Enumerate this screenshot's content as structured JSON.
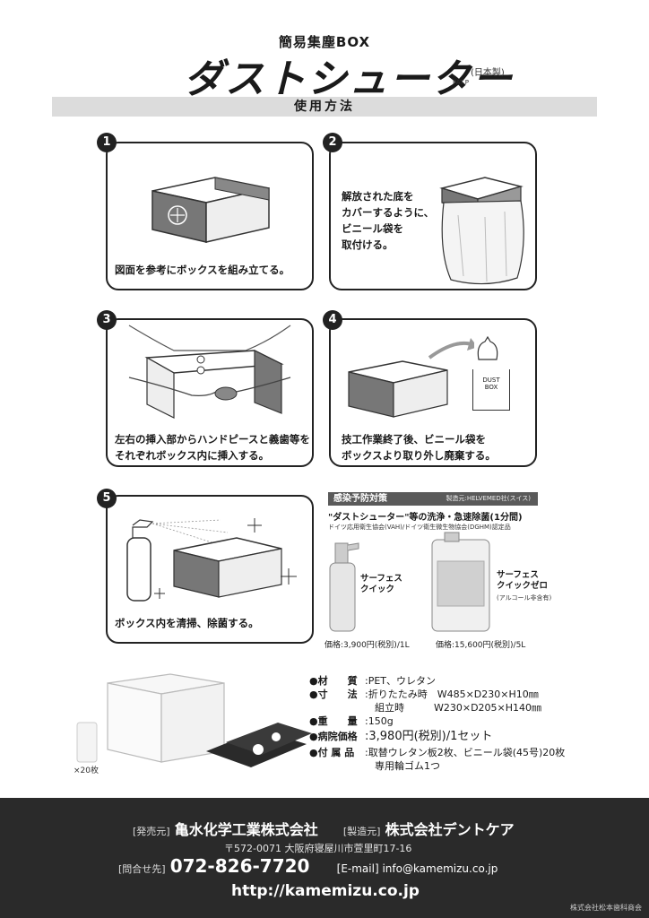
{
  "header": {
    "subtitle": "簡易集塵BOX",
    "title": "ダストシューター",
    "pat": "PAT.P",
    "made_in": "(日本製)",
    "usage": "使用方法"
  },
  "steps": [
    {
      "num": "1",
      "caption": "図面を参考にボックスを組み立てる。"
    },
    {
      "num": "2",
      "caption": "解放された底を\nカバーするように、\nビニール袋を\n取付ける。"
    },
    {
      "num": "3",
      "caption": "左右の挿入部からハンドピースと義歯等を\nそれぞれボックス内に挿入する。"
    },
    {
      "num": "4",
      "caption": "技工作業終了後、ビニール袋を\nボックスより取り外し廃棄する。",
      "dustbox": "DUST\nBOX"
    },
    {
      "num": "5",
      "caption": "ボックス内を清掃、除菌する。"
    }
  ],
  "infection": {
    "heading": "感染予防対策",
    "maker": "製造元:HELVEMED社(スイス)",
    "line1": "\"ダストシューター\"等の洗浄・急速除菌(1分間)",
    "line2": "ドイツ応用衛生協会(VAH)/ドイツ衛生微生物協会(DGHM)認定品",
    "products": [
      {
        "name": "サーフェス\nクイック",
        "sub": "",
        "price": "価格:3,900円(税別)/1L"
      },
      {
        "name": "サーフェス\nクイックゼロ",
        "sub": "(アルコール非含有)",
        "price": "価格:15,600円(税別)/5L"
      }
    ]
  },
  "specs": [
    {
      "key": "●材　　質",
      "value": ":PET、ウレタン"
    },
    {
      "key": "●寸　　法",
      "value": ":折りたたみ時　W485×D230×H10㎜"
    },
    {
      "key": "",
      "value": "　組立時　　　W230×D205×H140㎜"
    },
    {
      "key": "●重　　量",
      "value": ":150g"
    },
    {
      "key": "●病院価格",
      "value": ":3,980円(税別)/1セット"
    },
    {
      "key": "●付 属 品",
      "value": ":取替ウレタン板2枚、ビニール袋(45号)20枚"
    },
    {
      "key": "",
      "value": "　専用輪ゴム1つ"
    }
  ],
  "bag_count": "×20枚",
  "footer": {
    "seller_tag": "[発売元]",
    "seller": "亀水化学工業株式会社",
    "maker_tag": "[製造元]",
    "maker": "株式会社デントケア",
    "address": "〒572-0071 大阪府寝屋川市萱里町17-16",
    "contact_tag": "[問合せ先]",
    "tel": "072-826-7720",
    "email": "[E-mail] info@kamemizu.co.jp",
    "url": "http://kamemizu.co.jp",
    "credit": "株式会社松本歯科商会"
  }
}
